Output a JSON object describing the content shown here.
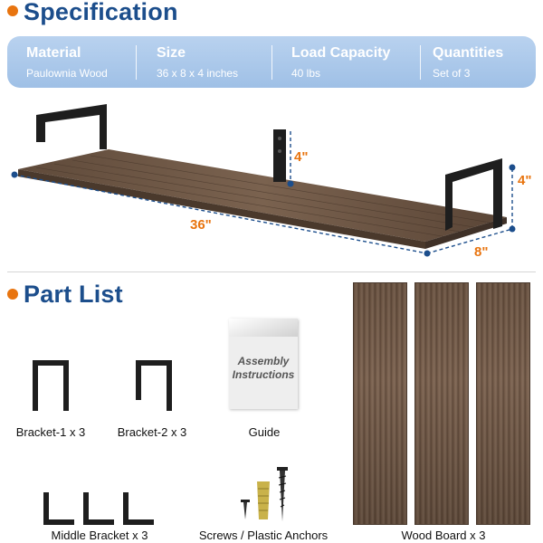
{
  "specification": {
    "title": "Specification",
    "columns": [
      {
        "label": "Material",
        "value": "Paulownia Wood"
      },
      {
        "label": "Size",
        "value": "36 x 8 x 4 inches"
      },
      {
        "label": "Load Capacity",
        "value": "40 lbs"
      },
      {
        "label": "Quantities",
        "value": "Set of  3"
      }
    ]
  },
  "dimensions": {
    "length": "36\"",
    "depth": "8\"",
    "height_side": "4\"",
    "height_middle": "4\""
  },
  "part_list": {
    "title": "Part List",
    "items": [
      {
        "label": "Bracket-1 x 3"
      },
      {
        "label": "Bracket-2 x 3"
      },
      {
        "label": "Guide"
      },
      {
        "label": "Middle Bracket x 3"
      },
      {
        "label": "Screws / Plastic Anchors"
      },
      {
        "label": "Wood Board x 3"
      }
    ],
    "guide_text_line1": "Assembly",
    "guide_text_line2": "Instructions"
  },
  "colors": {
    "heading": "#1c4e8c",
    "accent": "#e8740f",
    "spec_bar": "#a9c7ea",
    "dimension_line": "#1c4e8c",
    "wood": "#6b5443"
  },
  "icons": [
    "bullet-dot-icon",
    "bracket-icon",
    "screw-icon",
    "anchor-icon"
  ]
}
